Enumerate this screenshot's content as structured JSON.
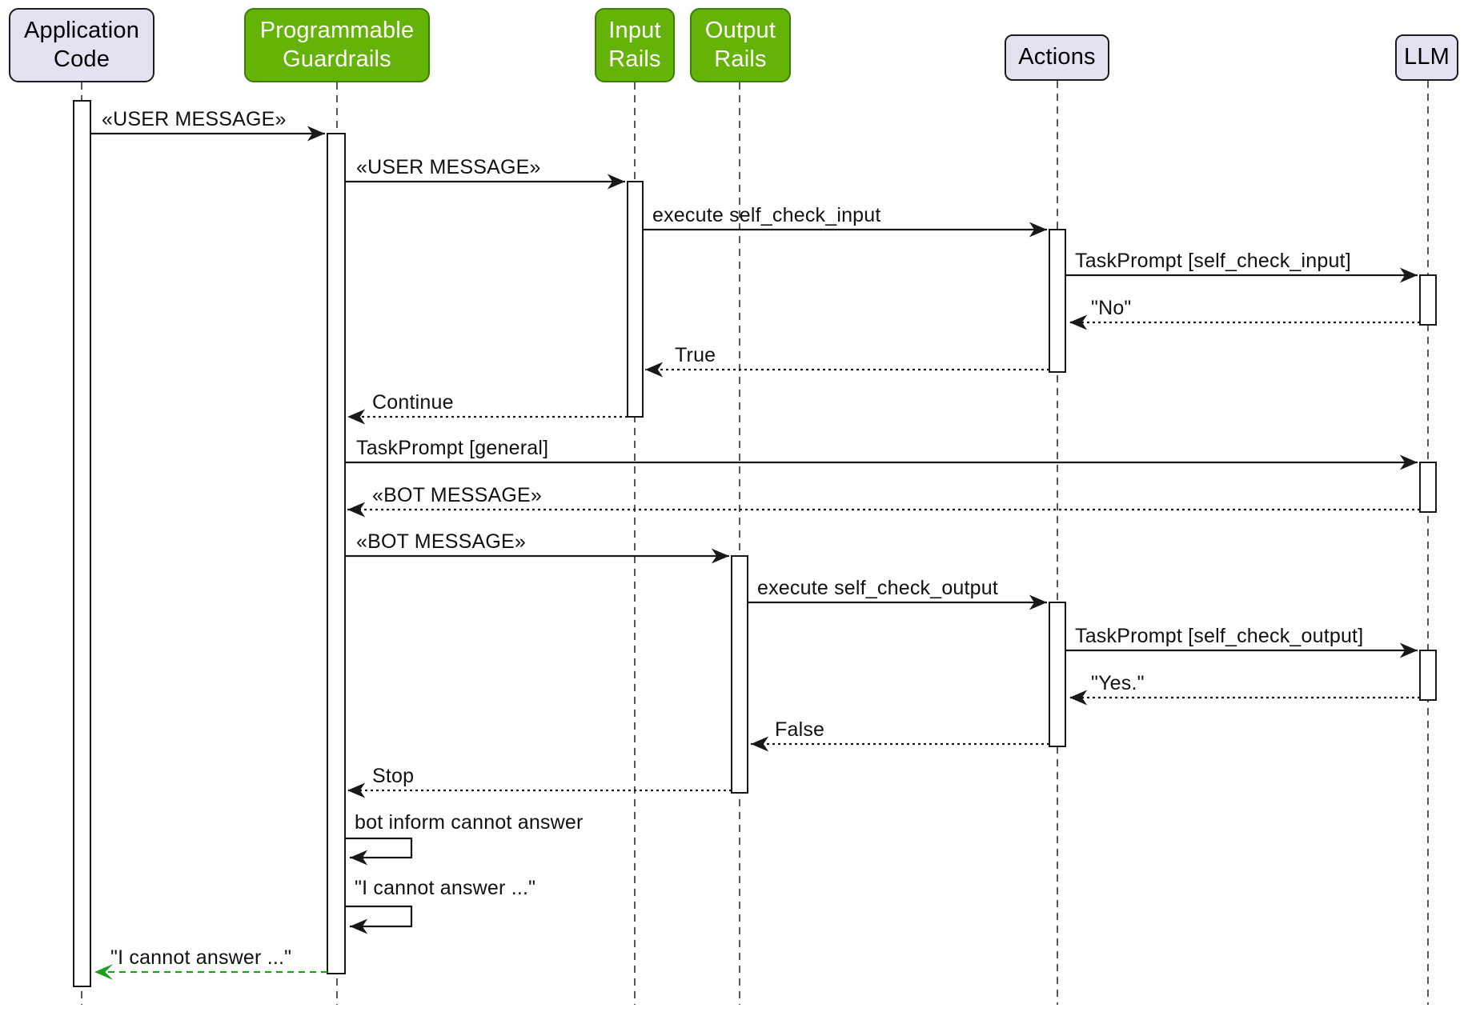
{
  "colors": {
    "background": "#ffffff",
    "participant_lavender_fill": "#e2e2f0",
    "participant_green_fill": "#65b307",
    "participant_green_border": "#3c7d0b",
    "line_color": "#181818",
    "reply_green": "#1aa31a",
    "activation_fill": "#ffffff"
  },
  "participants": [
    {
      "label": "Application Code",
      "variant": "lavender"
    },
    {
      "label": "Programmable Guardrails",
      "variant": "green"
    },
    {
      "label": "Input Rails",
      "variant": "green"
    },
    {
      "label": "Output Rails",
      "variant": "green"
    },
    {
      "label": "Actions",
      "variant": "lavender"
    },
    {
      "label": "LLM",
      "variant": "lavender"
    }
  ],
  "messages": [
    {
      "label": "«USER MESSAGE»",
      "from": "Application Code",
      "to": "Programmable Guardrails",
      "kind": "call"
    },
    {
      "label": "«USER MESSAGE»",
      "from": "Programmable Guardrails",
      "to": "Input Rails",
      "kind": "call"
    },
    {
      "label": "execute self_check_input",
      "from": "Input Rails",
      "to": "Actions",
      "kind": "call"
    },
    {
      "label": "TaskPrompt [self_check_input]",
      "from": "Actions",
      "to": "LLM",
      "kind": "call"
    },
    {
      "label": "\"No\"",
      "from": "LLM",
      "to": "Actions",
      "kind": "return"
    },
    {
      "label": "True",
      "from": "Actions",
      "to": "Input Rails",
      "kind": "return"
    },
    {
      "label": "Continue",
      "from": "Input Rails",
      "to": "Programmable Guardrails",
      "kind": "return"
    },
    {
      "label": "TaskPrompt [general]",
      "from": "Programmable Guardrails",
      "to": "LLM",
      "kind": "call"
    },
    {
      "label": "«BOT MESSAGE»",
      "from": "LLM",
      "to": "Programmable Guardrails",
      "kind": "return"
    },
    {
      "label": "«BOT MESSAGE»",
      "from": "Programmable Guardrails",
      "to": "Output Rails",
      "kind": "call"
    },
    {
      "label": "execute self_check_output",
      "from": "Output Rails",
      "to": "Actions",
      "kind": "call"
    },
    {
      "label": "TaskPrompt [self_check_output]",
      "from": "Actions",
      "to": "LLM",
      "kind": "call"
    },
    {
      "label": "\"Yes.\"",
      "from": "LLM",
      "to": "Actions",
      "kind": "return"
    },
    {
      "label": "False",
      "from": "Actions",
      "to": "Output Rails",
      "kind": "return"
    },
    {
      "label": "Stop",
      "from": "Output Rails",
      "to": "Programmable Guardrails",
      "kind": "return"
    },
    {
      "label": "bot inform cannot answer",
      "from": "Programmable Guardrails",
      "to": "Programmable Guardrails",
      "kind": "self"
    },
    {
      "label": "\"I cannot answer ...\"",
      "from": "Programmable Guardrails",
      "to": "Programmable Guardrails",
      "kind": "self"
    },
    {
      "label": "\"I cannot answer ...\"",
      "from": "Programmable Guardrails",
      "to": "Application Code",
      "kind": "return"
    }
  ]
}
